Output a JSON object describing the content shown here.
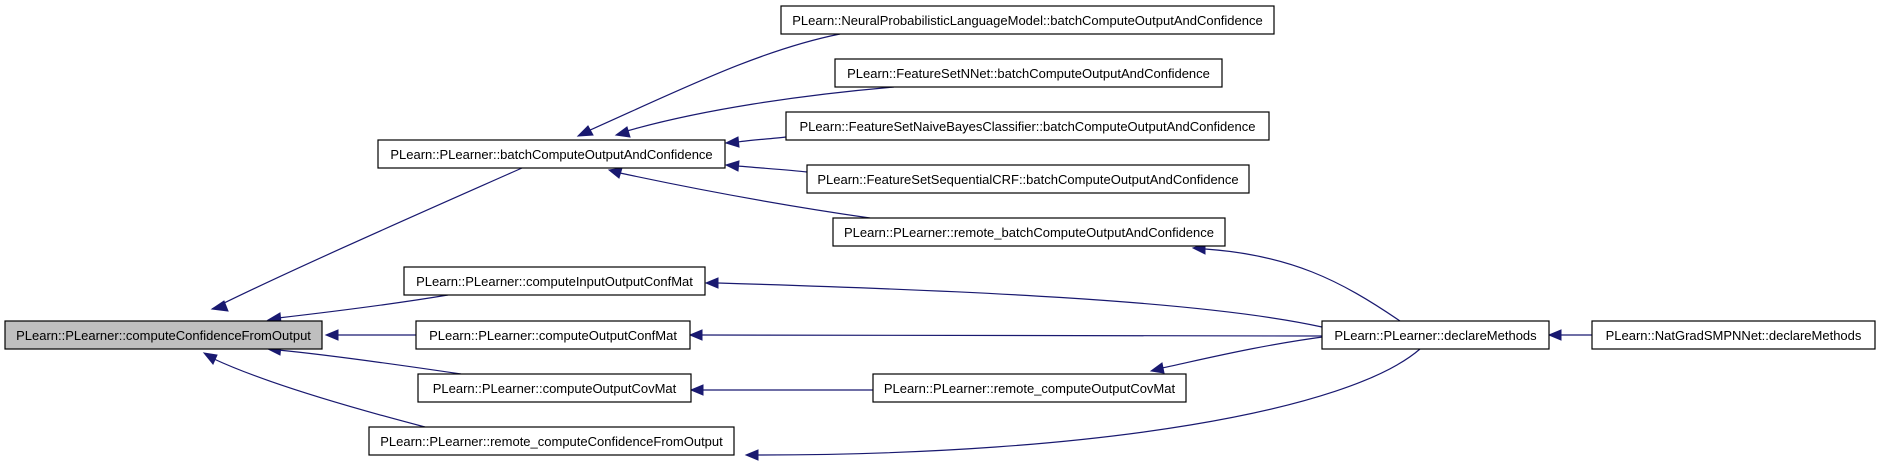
{
  "diagram": {
    "nodes": [
      {
        "id": "n1",
        "label": "PLearn::PLearner::computeConfidenceFromOutput",
        "root": true
      },
      {
        "id": "n2",
        "label": "PLearn::PLearner::batchComputeOutputAndConfidence"
      },
      {
        "id": "n3",
        "label": "PLearn::PLearner::computeInputOutputConfMat"
      },
      {
        "id": "n4",
        "label": "PLearn::PLearner::computeOutputConfMat"
      },
      {
        "id": "n5",
        "label": "PLearn::PLearner::computeOutputCovMat"
      },
      {
        "id": "n6",
        "label": "PLearn::PLearner::remote_computeConfidenceFromOutput"
      },
      {
        "id": "n7",
        "label": "PLearn::NeuralProbabilisticLanguageModel::batchComputeOutputAndConfidence"
      },
      {
        "id": "n8",
        "label": "PLearn::FeatureSetNNet::batchComputeOutputAndConfidence"
      },
      {
        "id": "n9",
        "label": "PLearn::FeatureSetNaiveBayesClassifier::batchComputeOutputAndConfidence"
      },
      {
        "id": "n10",
        "label": "PLearn::FeatureSetSequentialCRF::batchComputeOutputAndConfidence"
      },
      {
        "id": "n11",
        "label": "PLearn::PLearner::remote_batchComputeOutputAndConfidence"
      },
      {
        "id": "n12",
        "label": "PLearn::PLearner::remote_computeOutputCovMat"
      },
      {
        "id": "n13",
        "label": "PLearn::PLearner::declareMethods"
      },
      {
        "id": "n14",
        "label": "PLearn::NatGradSMPNNet::declareMethods"
      }
    ],
    "edges": [
      {
        "from": "n2",
        "to": "n1"
      },
      {
        "from": "n3",
        "to": "n1"
      },
      {
        "from": "n4",
        "to": "n1"
      },
      {
        "from": "n5",
        "to": "n1"
      },
      {
        "from": "n6",
        "to": "n1"
      },
      {
        "from": "n7",
        "to": "n2"
      },
      {
        "from": "n8",
        "to": "n2"
      },
      {
        "from": "n9",
        "to": "n2"
      },
      {
        "from": "n10",
        "to": "n2"
      },
      {
        "from": "n11",
        "to": "n2"
      },
      {
        "from": "n13",
        "to": "n3"
      },
      {
        "from": "n13",
        "to": "n4"
      },
      {
        "from": "n12",
        "to": "n5"
      },
      {
        "from": "n13",
        "to": "n6"
      },
      {
        "from": "n13",
        "to": "n11"
      },
      {
        "from": "n13",
        "to": "n12"
      },
      {
        "from": "n14",
        "to": "n13"
      }
    ]
  }
}
